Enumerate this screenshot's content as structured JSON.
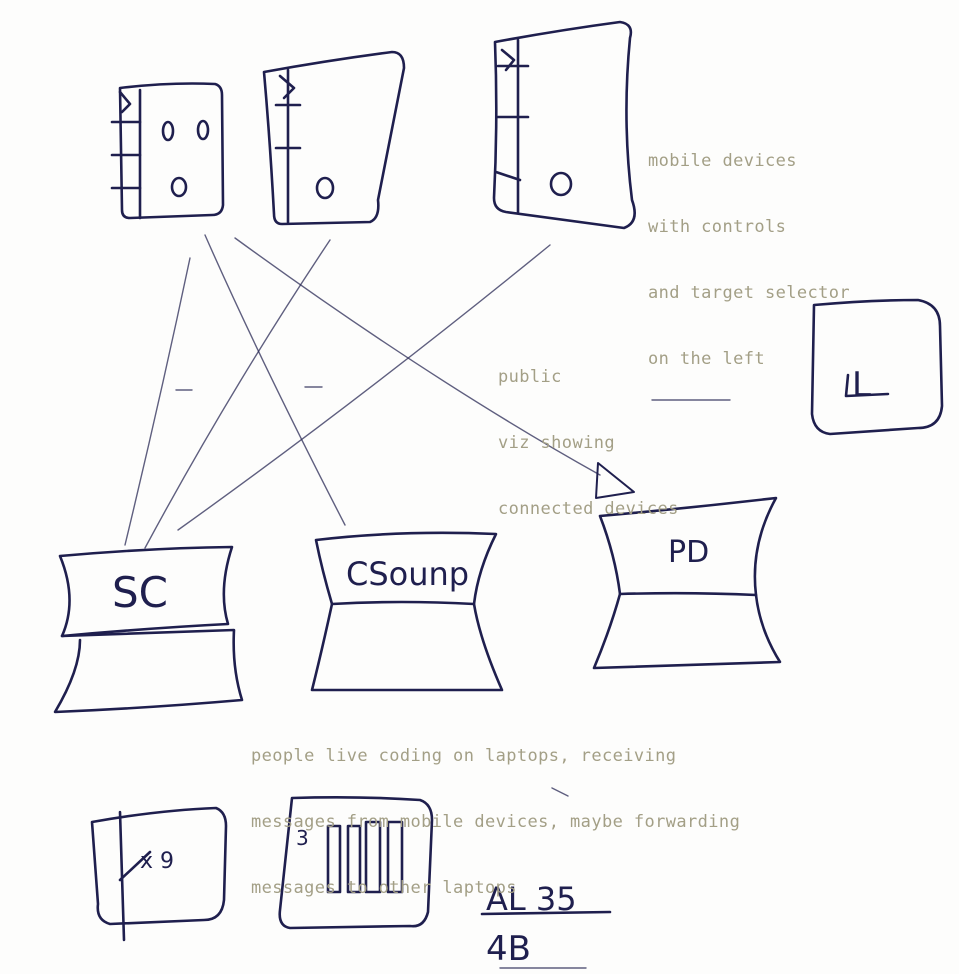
{
  "annotations": {
    "mobile": [
      "mobile devices",
      "with controls",
      "and target selector",
      "on the left"
    ],
    "public_viz": [
      "public",
      "viz showing",
      "connected devices"
    ],
    "laptops": [
      "people live coding on laptops, receiving",
      "messages from mobile devices, maybe forwarding",
      "messages to other laptops"
    ]
  },
  "laptop_labels": {
    "sc": "SC",
    "csound": "CSounp",
    "pd": "PD"
  },
  "sketch_scribbles": {
    "viz_glyph": "L",
    "doodle_a": "x 9",
    "doodle_b": "3",
    "doodle_c_top": "AL 35",
    "doodle_c_bottom": "4B"
  },
  "colors": {
    "ink": "#1f1f4e",
    "annotation": "#a39f86",
    "paper": "#fdfdfc"
  }
}
